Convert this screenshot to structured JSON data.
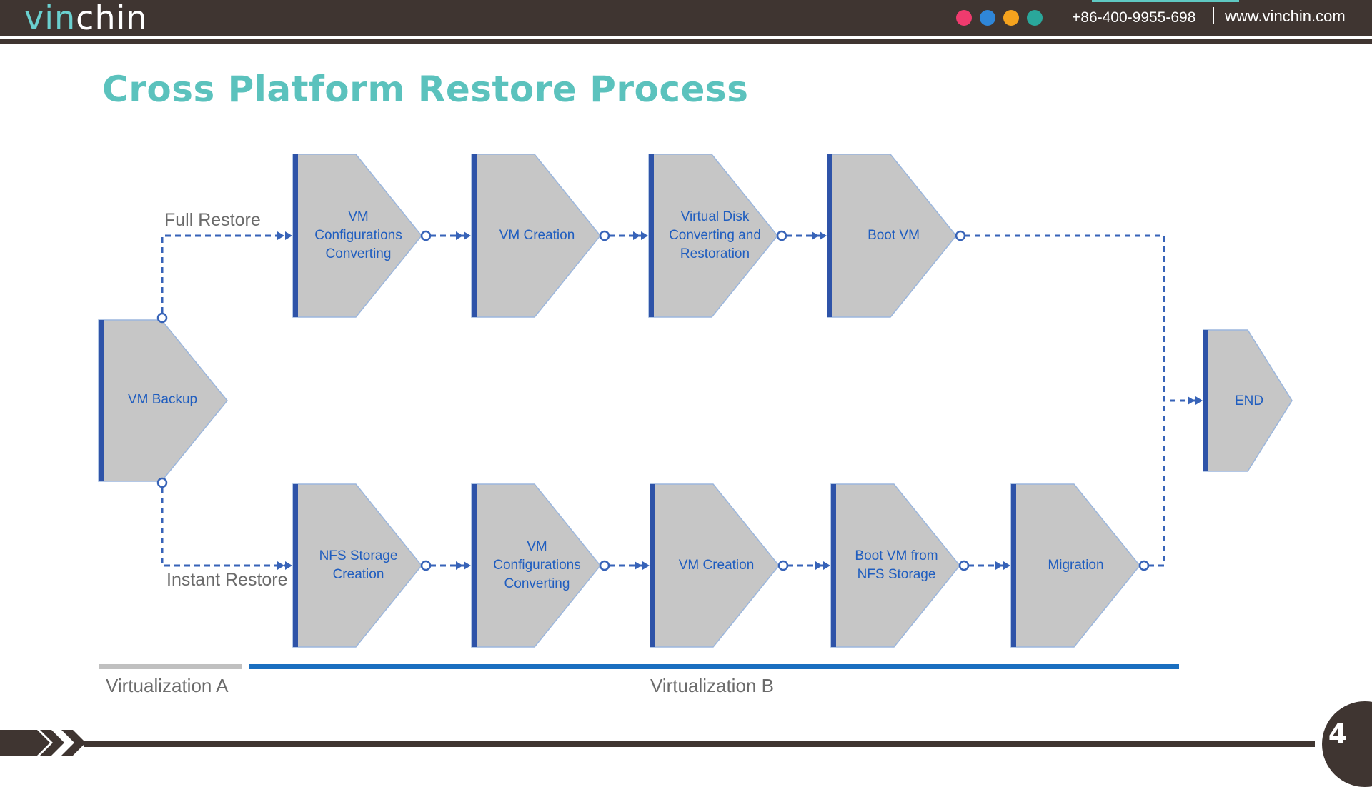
{
  "header": {
    "brand_part1": "vin",
    "brand_part2": "chin",
    "phone": "+86-400-9955-698",
    "website": "www.vinchin.com",
    "dots": [
      "#ef3b6e",
      "#2f86d8",
      "#f4a21e",
      "#2aa79b"
    ]
  },
  "title": "Cross Platform Restore Process",
  "paths": {
    "full": "Full Restore",
    "instant": "Instant Restore"
  },
  "nodes": {
    "vm_backup": "VM Backup",
    "full_1": "VM\nConfigurations\nConverting",
    "full_2": "VM Creation",
    "full_3": "Virtual Disk\nConverting and\nRestoration",
    "full_4": "Boot VM",
    "inst_1": "NFS Storage\nCreation",
    "inst_2": "VM\nConfigurations\nConverting",
    "inst_3": "VM Creation",
    "inst_4": "Boot VM from\nNFS Storage",
    "inst_5": "Migration",
    "end": "END"
  },
  "zones": {
    "a": "Virtualization A",
    "b": "Virtualization B"
  },
  "colors": {
    "node_fill": "#c6c6c6",
    "node_bar": "#2e53a8",
    "connector": "#3763b8",
    "zone_a": "#c0c0c0",
    "zone_b": "#1a6fc0"
  },
  "page_number": "4"
}
